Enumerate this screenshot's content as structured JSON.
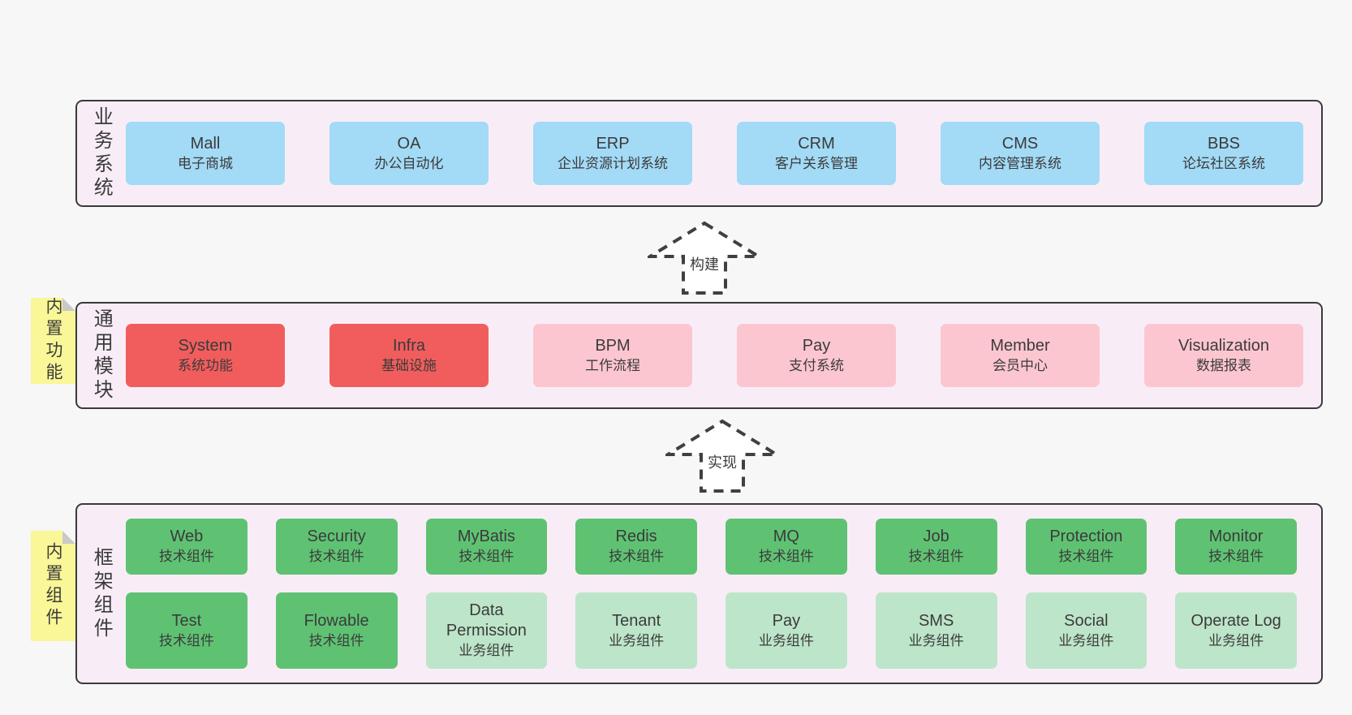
{
  "colors": {
    "bg": "#f7f7f7",
    "panel": "#f8edf7",
    "border": "#3a3a3a",
    "text": "#3b3b3b",
    "blue": "#a3daf6",
    "red": "#f15d5d",
    "pink": "#fcc6d0",
    "green": "#5fc273",
    "lightgreen": "#bde5c9",
    "note": "#f9f797",
    "fold": "#c9c9c9",
    "arrow": "#404040"
  },
  "panels": [
    {
      "label": "业务系统",
      "boxes": [
        {
          "title": "Mall",
          "subtitle": "电子商城"
        },
        {
          "title": "OA",
          "subtitle": "办公自动化"
        },
        {
          "title": "ERP",
          "subtitle": "企业资源计划系统"
        },
        {
          "title": "CRM",
          "subtitle": "客户关系管理"
        },
        {
          "title": "CMS",
          "subtitle": "内容管理系统"
        },
        {
          "title": "BBS",
          "subtitle": "论坛社区系统"
        }
      ]
    },
    {
      "label": "通用模块",
      "note": "内置功能",
      "boxes": [
        {
          "title": "System",
          "subtitle": "系统功能"
        },
        {
          "title": "Infra",
          "subtitle": "基础设施"
        },
        {
          "title": "BPM",
          "subtitle": "工作流程"
        },
        {
          "title": "Pay",
          "subtitle": "支付系统"
        },
        {
          "title": "Member",
          "subtitle": "会员中心"
        },
        {
          "title": "Visualization",
          "subtitle": "数据报表"
        }
      ]
    },
    {
      "label": "框架组件",
      "note": "内置组件",
      "boxes": [
        {
          "title": "Web",
          "subtitle": "技术组件"
        },
        {
          "title": "Security",
          "subtitle": "技术组件"
        },
        {
          "title": "MyBatis",
          "subtitle": "技术组件"
        },
        {
          "title": "Redis",
          "subtitle": "技术组件"
        },
        {
          "title": "MQ",
          "subtitle": "技术组件"
        },
        {
          "title": "Job",
          "subtitle": "技术组件"
        },
        {
          "title": "Protection",
          "subtitle": "技术组件"
        },
        {
          "title": "Monitor",
          "subtitle": "技术组件"
        },
        {
          "title": "Test",
          "subtitle": "技术组件"
        },
        {
          "title": "Flowable",
          "subtitle": "技术组件"
        },
        {
          "title": "Data Permission",
          "subtitle": "业务组件"
        },
        {
          "title": "Tenant",
          "subtitle": "业务组件"
        },
        {
          "title": "Pay",
          "subtitle": "业务组件"
        },
        {
          "title": "SMS",
          "subtitle": "业务组件"
        },
        {
          "title": "Social",
          "subtitle": "业务组件"
        },
        {
          "title": "Operate Log",
          "subtitle": "业务组件"
        }
      ]
    }
  ],
  "arrows": [
    {
      "label": "构建"
    },
    {
      "label": "实现"
    }
  ]
}
